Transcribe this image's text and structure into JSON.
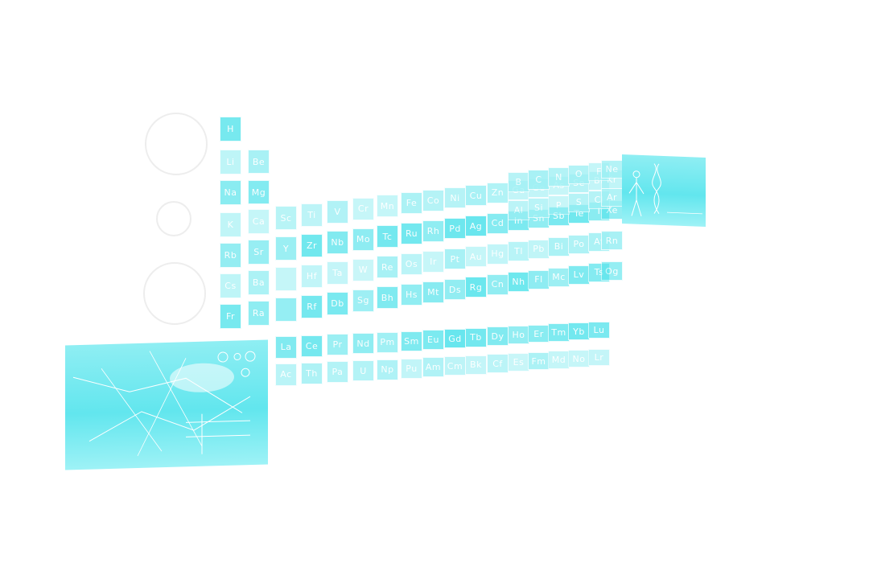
{
  "scene": {
    "colors": {
      "background": "#ffffff",
      "tile": "#57e4ec",
      "tile_light": "#9ef0f4",
      "text": "#ffffff"
    },
    "periodic_table": {
      "rows": [
        [
          "H"
        ],
        [
          "Li",
          "Be"
        ],
        [
          "Na",
          "Mg"
        ],
        [
          "K",
          "Ca",
          "Sc",
          "Ti",
          "V",
          "Cr",
          "Mn",
          "Fe",
          "Co",
          "Ni",
          "Cu",
          "Zn",
          "Ga",
          "Ge",
          "As",
          "Se",
          "Br",
          "Kr"
        ],
        [
          "Rb",
          "Sr",
          "Y",
          "Zr",
          "Nb",
          "Mo",
          "Tc",
          "Ru",
          "Rh",
          "Pd",
          "Ag",
          "Cd",
          "In",
          "Sn",
          "Sb",
          "Te",
          "I",
          "Xe"
        ],
        [
          "Cs",
          "Ba",
          "",
          "Hf",
          "Ta",
          "W",
          "Re",
          "Os",
          "Ir",
          "Pt",
          "Au",
          "Hg",
          "Tl",
          "Pb",
          "Bi",
          "Po",
          "At",
          "Rn"
        ],
        [
          "Fr",
          "Ra",
          "",
          "Rf",
          "Db",
          "Sg",
          "Bh",
          "Hs",
          "Mt",
          "Ds",
          "Rg",
          "Cn",
          "Nh",
          "Fl",
          "Mc",
          "Lv",
          "Ts",
          "Og"
        ]
      ],
      "p_block_top": [
        [
          "B",
          "C",
          "N",
          "O",
          "F",
          "Ne"
        ],
        [
          "Al",
          "Si",
          "P",
          "S",
          "Cl",
          "Ar"
        ]
      ],
      "lanthanides": [
        "La",
        "Ce",
        "Pr",
        "Nd",
        "Pm",
        "Sm",
        "Eu",
        "Gd",
        "Tb",
        "Dy",
        "Ho",
        "Er",
        "Tm",
        "Yb",
        "Lu"
      ],
      "actinides": [
        "Ac",
        "Th",
        "Pa",
        "U",
        "Np",
        "Pu",
        "Am",
        "Cm",
        "Bk",
        "Cf",
        "Es",
        "Fm",
        "Md",
        "No",
        "Lr"
      ]
    },
    "panels": [
      {
        "name": "molecule-diagram-panel"
      },
      {
        "name": "human-dna-panel"
      }
    ]
  }
}
